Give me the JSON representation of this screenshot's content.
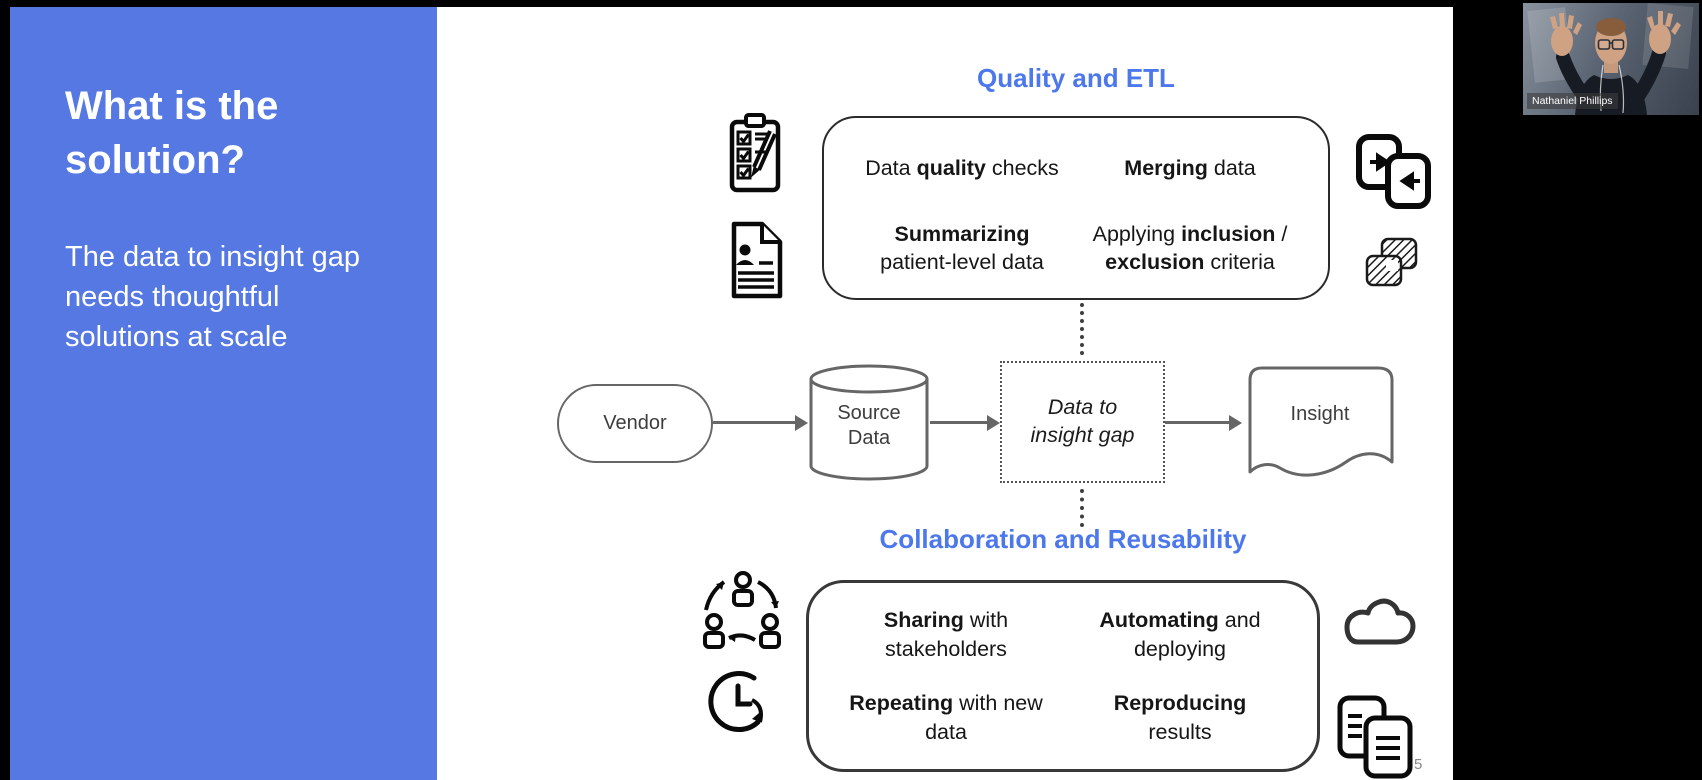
{
  "sidebar": {
    "title": "What is the\nsolution?",
    "body": "The data to insight gap\nneeds thoughtful\nsolutions at scale"
  },
  "quality": {
    "heading": "Quality and ETL",
    "cells": [
      {
        "segs": [
          {
            "t": "Data ",
            "b": 0
          },
          {
            "t": "quality",
            "b": 1
          },
          {
            "t": " checks",
            "b": 0
          }
        ]
      },
      {
        "segs": [
          {
            "t": "Merging",
            "b": 1
          },
          {
            "t": " data",
            "b": 0
          }
        ]
      },
      {
        "segs": [
          {
            "t": "Summarizing",
            "b": 1
          },
          {
            "t": "\npatient-level data",
            "b": 0
          }
        ]
      },
      {
        "segs": [
          {
            "t": "Applying ",
            "b": 0
          },
          {
            "t": "inclusion",
            "b": 1
          },
          {
            "t": " /\n",
            "b": 0
          },
          {
            "t": "exclusion",
            "b": 1
          },
          {
            "t": " criteria",
            "b": 0
          }
        ]
      }
    ]
  },
  "flow": {
    "vendor": "Vendor",
    "source": "Source\nData",
    "gap": "Data to\ninsight gap",
    "insight": "Insight"
  },
  "collab": {
    "heading": "Collaboration and Reusability",
    "cells": [
      {
        "segs": [
          {
            "t": "Sharing",
            "b": 1
          },
          {
            "t": " with\nstakeholders",
            "b": 0
          }
        ]
      },
      {
        "segs": [
          {
            "t": "Automating",
            "b": 1
          },
          {
            "t": " and\ndeploying",
            "b": 0
          }
        ]
      },
      {
        "segs": [
          {
            "t": "Repeating",
            "b": 1
          },
          {
            "t": " with new\ndata",
            "b": 0
          }
        ]
      },
      {
        "segs": [
          {
            "t": "Reproducing",
            "b": 1
          },
          {
            "t": "\nresults",
            "b": 0
          }
        ]
      }
    ]
  },
  "video": {
    "participant_name": "Nathaniel Phillips"
  },
  "page_number": "5",
  "colors": {
    "sidebar_blue": "#5678E2",
    "heading_blue": "#4C78EC",
    "flow_gray": "#666666",
    "slide_white": "#ffffff",
    "frame_black": "#000000"
  }
}
